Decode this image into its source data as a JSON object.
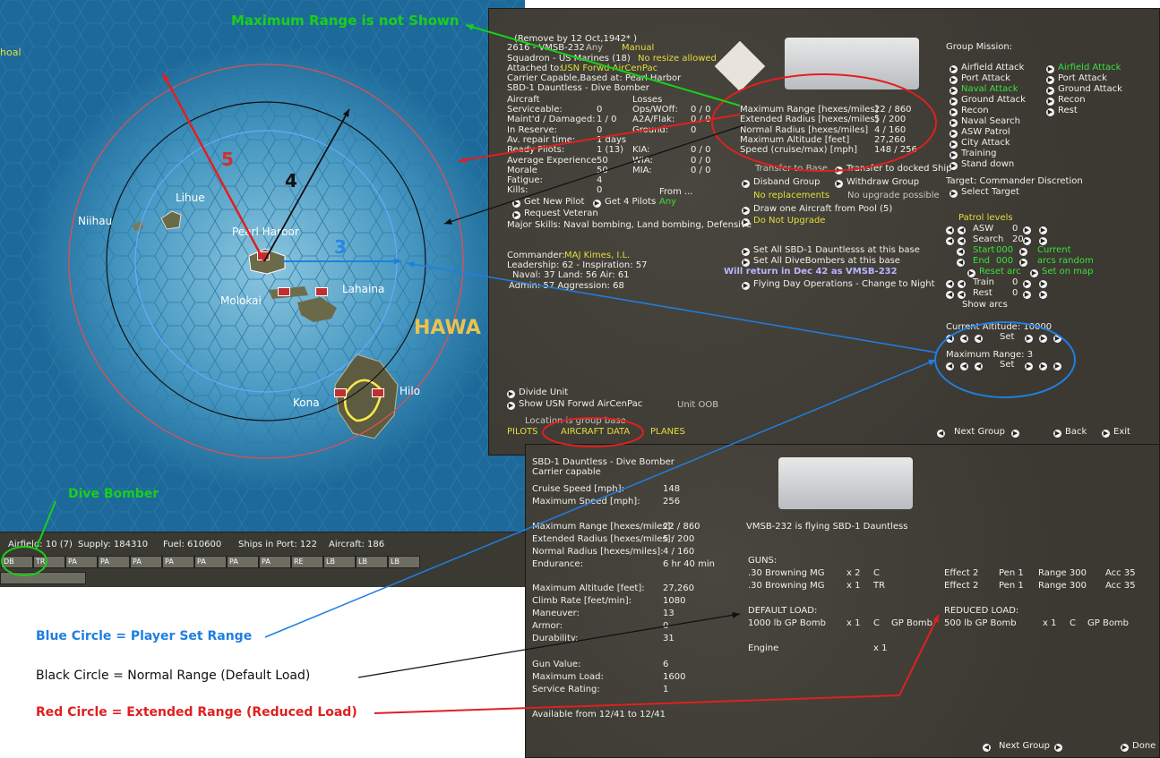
{
  "annotations": {
    "max_range_note": "Maximum Range is not Shown",
    "dive_bomber_note": "Dive Bomber",
    "legend_blue": "Blue Circle = Player Set Range",
    "legend_black": "Black Circle = Normal Range (Default Load)",
    "legend_red": "Red Circle = Extended Range (Reduced Load)",
    "colors": {
      "green": "#18d018",
      "blue": "#1f7fe0",
      "black": "#101010",
      "red": "#e02020"
    }
  },
  "map": {
    "labels": {
      "shoal": "hoal",
      "niihau": "Niihau",
      "lihue": "Lihue",
      "pearl": "Pearl Harbor",
      "molokai": "Molokai",
      "lahaina": "Lahaina",
      "kona": "Kona",
      "hilo": "Hilo",
      "hawaii": "HAWA"
    },
    "range_numbers": {
      "red": "5",
      "black": "4",
      "blue": "3"
    },
    "ocean_color": "#1d6a9a"
  },
  "status": {
    "airfield": "Airfield: 10 (7)",
    "supply": "Supply: 184310",
    "fuel": "Fuel: 610600",
    "ships": "Ships in Port: 122",
    "aircraft": "Aircraft: 186",
    "chips": [
      "DB",
      "TR",
      "PA",
      "PA",
      "PA",
      "PA",
      "PA",
      "PA",
      "PA",
      "RE",
      "LB",
      "LB",
      "LB"
    ]
  },
  "group": {
    "remove": "(Remove by 12 Oct,1942* )",
    "id": "2616 - VMSB-232",
    "any": "Any",
    "manual": "Manual",
    "squadron": "Squadron - US Marines (18)",
    "resize": "No resize allowed",
    "attached_label": "Attached to:",
    "attached": "USN Forwd AirCenPac",
    "carrier": "Carrier Capable,Based at:  Pearl Harbor",
    "type": "SBD-1 Dauntless - Dive Bomber",
    "aircraft_h": "Aircraft",
    "losses_h": "Losses",
    "rows_left": [
      [
        "Serviceable:",
        "0"
      ],
      [
        "Maint'd / Damaged:",
        "1 / 0"
      ],
      [
        "In Reserve:",
        "0"
      ],
      [
        "Av. repair time:",
        "1 days"
      ],
      [
        "Ready Pilots:",
        "1 (13)"
      ],
      [
        "Average Experience",
        "50"
      ],
      [
        "Morale",
        "50"
      ],
      [
        "Fatigue:",
        "4"
      ],
      [
        "Kills:",
        "0"
      ]
    ],
    "rows_right": [
      [
        "Ops/WOff:",
        "0 / 0"
      ],
      [
        "A2A/Flak:",
        "0 / 0"
      ],
      [
        "Ground:",
        "0"
      ],
      [
        "KIA:",
        "0 / 0"
      ],
      [
        "WIA:",
        "0 / 0"
      ],
      [
        "MIA:",
        "0 / 0"
      ]
    ],
    "range": [
      [
        "Maximum Range [hexes/miles]",
        "22 / 860"
      ],
      [
        "Extended Radius [hexes/miles]",
        "5 / 200"
      ],
      [
        "Normal Radius [hexes/miles]",
        "4 / 160"
      ],
      [
        "Maximum Altitude [feet]",
        "27,260"
      ],
      [
        "Speed (cruise/max) [mph]",
        "148 / 256"
      ]
    ],
    "get_pilots": "Get New Pilot",
    "get4": "Get 4 Pilots",
    "from": "From ...",
    "from_any": "Any",
    "request": "Request Veteran",
    "skills": "Major Skills: Naval bombing, Land bombing, Defensive",
    "transfer_base": "Transfer to Base",
    "transfer_ship": "Transfer to docked Ship",
    "disband": "Disband Group",
    "withdraw": "Withdraw Group",
    "no_repl": "No replacements",
    "no_upgrade": "No upgrade possible",
    "draw_one": "Draw one Aircraft from Pool (5)",
    "do_not_upgrade": "Do Not Upgrade",
    "set_all_sbd": "Set All SBD-1 Dauntlesss at this base",
    "set_all_db": "Set All DiveBombers at this base",
    "will_return": "Will return in Dec 42 as VMSB-232",
    "flying_day": "Flying Day Operations - Change to Night",
    "commander_label": "Commander:",
    "commander": "MAJ Kimes, I.L.",
    "leadership": "Leadership: 62 - Inspiration: 57",
    "naval": "Naval: 37  Land: 56  Air: 61",
    "admin": "Admin: 57  Aggression: 68",
    "divide": "Divide Unit",
    "show_usn": "Show USN Forwd AirCenPac",
    "unit_oob": "Unit OOB",
    "location": "Location is group base",
    "tabs": [
      "PILOTS",
      "AIRCRAFT DATA",
      "PLANES"
    ],
    "next_group": "Next Group",
    "back": "Back",
    "exit": "Exit",
    "mission_h": "Group Mission:",
    "missions_left": [
      "Airfield Attack",
      "Port Attack",
      "Naval Attack",
      "Ground Attack",
      "Recon",
      "Naval Search",
      "ASW Patrol",
      "City Attack",
      "Training",
      "Stand down"
    ],
    "missions_right": [
      "Airfield Attack",
      "Port Attack",
      "Ground Attack",
      "Recon",
      "Rest"
    ],
    "target": "Target: Commander Discretion",
    "select_target": "Select Target",
    "patrol_h": "Patrol levels",
    "asw": "ASW",
    "asw_v": "0",
    "search": "Search",
    "search_v": "20",
    "start": "Start",
    "start_v": "000",
    "end": "End",
    "end_v": "000",
    "current": "Current",
    "arcs_random": "arcs random",
    "reset_arc": "Reset arc",
    "set_on_map": "Set on map",
    "train": "Train",
    "train_v": "0",
    "rest": "Rest",
    "rest_v": "0",
    "show_arcs": "Show arcs",
    "cur_alt": "Current Altitude: 10000",
    "set": "Set",
    "max_range": "Maximum Range: 3"
  },
  "aircraft": {
    "title": "SBD-1 Dauntless - Dive Bomber",
    "carrier": "Carrier capable",
    "speeds": [
      [
        "Cruise Speed [mph]:",
        "148"
      ],
      [
        "Maximum Speed [mph]:",
        "256"
      ]
    ],
    "ranges": [
      [
        "Maximum Range [hexes/miles]:",
        "22 / 860"
      ],
      [
        "Extended Radius [hexes/miles]:",
        "5 / 200"
      ],
      [
        "Normal Radius [hexes/miles]:",
        "4 / 160"
      ],
      [
        "Endurance:",
        "6 hr 40 min"
      ]
    ],
    "perf": [
      [
        "Maximum Altitude [feet]:",
        "27,260"
      ],
      [
        "Climb Rate [feet/min]:",
        "1080"
      ],
      [
        "Maneuver:",
        "13"
      ],
      [
        "Armor:",
        "0"
      ],
      [
        "Durability:",
        "31"
      ]
    ],
    "misc": [
      [
        "Gun Value:",
        "6"
      ],
      [
        "Maximum Load:",
        "1600"
      ],
      [
        "Service Rating:",
        "1"
      ]
    ],
    "available": "Available from 12/41 to 12/41",
    "flying": "VMSB-232  is flying SBD-1 Dauntless",
    "guns_h": "GUNS:",
    "guns": [
      [
        ".30 Browning MG",
        "x 2",
        "C",
        "Effect 2",
        "Pen 1",
        "Range 300",
        "Acc 35"
      ],
      [
        ".30 Browning MG",
        "x 1",
        "TR",
        "Effect 2",
        "Pen 1",
        "Range 300",
        "Acc 35"
      ]
    ],
    "default_h": "DEFAULT LOAD:",
    "default": [
      "1000 lb GP Bomb",
      "x 1",
      "C",
      "GP Bomb"
    ],
    "reduced_h": "REDUCED LOAD:",
    "reduced": [
      "500 lb GP Bomb",
      "x 1",
      "C",
      "GP Bomb"
    ],
    "engine": "Engine",
    "engine_q": "x 1",
    "next_group": "Next Group",
    "done": "Done"
  }
}
